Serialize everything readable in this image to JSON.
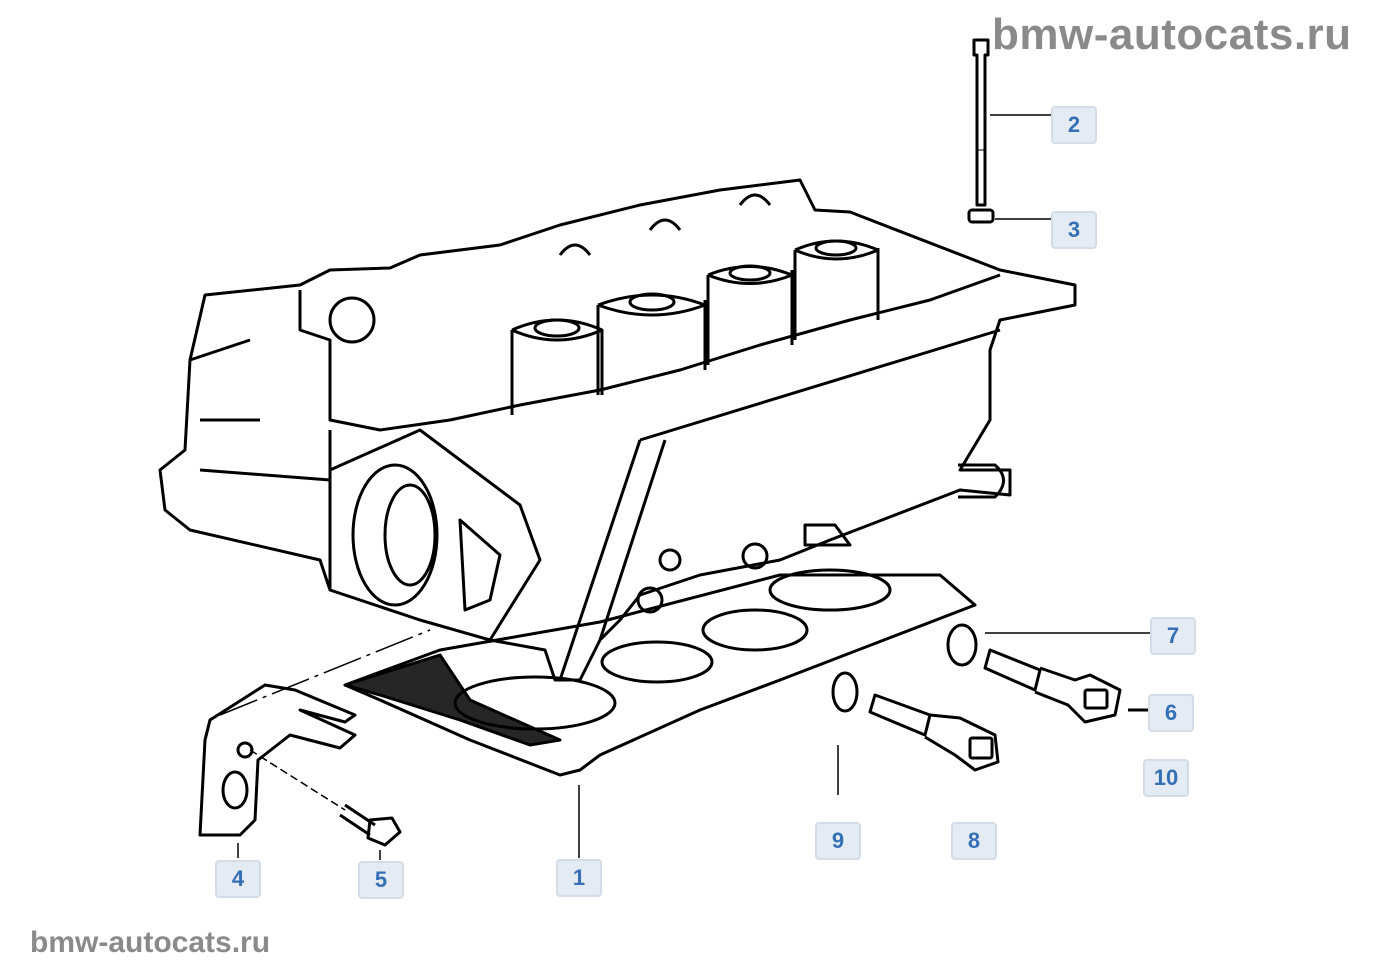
{
  "watermarks": {
    "top": "bmw-autocats.ru",
    "bottom": "bmw-autocats.ru"
  },
  "callouts": [
    {
      "id": "1",
      "label": "1"
    },
    {
      "id": "2",
      "label": "2"
    },
    {
      "id": "3",
      "label": "3"
    },
    {
      "id": "4",
      "label": "4"
    },
    {
      "id": "5",
      "label": "5"
    },
    {
      "id": "6",
      "label": "6"
    },
    {
      "id": "7",
      "label": "7"
    },
    {
      "id": "8",
      "label": "8"
    },
    {
      "id": "9",
      "label": "9"
    },
    {
      "id": "10",
      "label": "10"
    }
  ],
  "colors": {
    "callout_text": "#3470b5",
    "callout_bg": "#e5ebf3",
    "watermark": "#8a8a8a"
  }
}
